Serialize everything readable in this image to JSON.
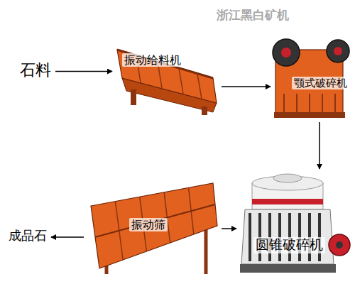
{
  "diagram": {
    "nodes": [
      {
        "text": [
          "石料"
        ]
      },
      {
        "text": [
          "振动给料机"
        ]
      },
      {
        "text": [
          "颚式破碎机"
        ]
      },
      {
        "text": [
          "圆锥破碎机"
        ]
      },
      {
        "text": [
          "振动筛"
        ]
      },
      {
        "text": [
          "成品石"
        ]
      }
    ],
    "edges": [
      {
        "from": 0,
        "to": 1,
        "arrow": "to"
      },
      {
        "from": 1,
        "to": 2,
        "arrow": "to"
      },
      {
        "from": 2,
        "to": 3,
        "arrow": "to"
      },
      {
        "from": 4,
        "to": 3,
        "arrow": "to"
      },
      {
        "from": 4,
        "to": 5,
        "arrow": "to"
      }
    ],
    "labels": [
      "浙江黑白矿机"
    ]
  }
}
